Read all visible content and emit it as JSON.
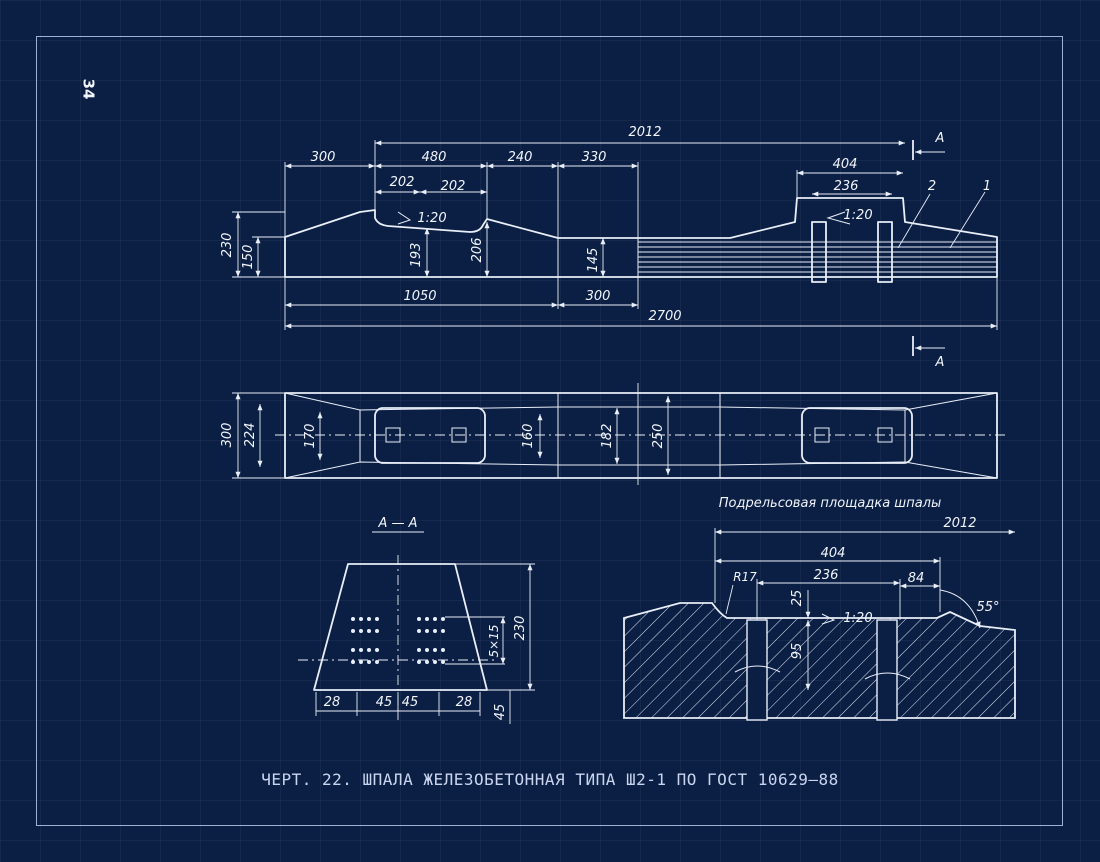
{
  "page_number": "34",
  "caption": "ЧЕРТ. 22.  ШПАЛА ЖЕЛЕЗОБЕТОННАЯ ТИПА Ш2-1 ПО ГОСТ 10629—88",
  "elevation": {
    "dims": {
      "total_length": "2700",
      "span_2012": "2012",
      "d300_left": "300",
      "d480": "480",
      "d240": "240",
      "d330": "330",
      "d202_a": "202",
      "d202_b": "202",
      "d404": "404",
      "d236": "236",
      "h230": "230",
      "h150": "150",
      "h193": "193",
      "h206": "206",
      "h145": "145",
      "d1050": "1050",
      "d300_mid": "300"
    },
    "slope_left": "1:20",
    "slope_right": "1:20",
    "section_mark_top": "A",
    "section_mark_bottom": "A",
    "callout_1": "1",
    "callout_2": "2"
  },
  "plan": {
    "dims": {
      "w300": "300",
      "w224": "224",
      "w170": "170",
      "w160": "160",
      "w182": "182",
      "w250": "250"
    }
  },
  "section": {
    "title": "А — А",
    "dims": {
      "b28_left": "28",
      "b45_left": "45",
      "b45_right": "45",
      "b28_right": "28",
      "h230": "230",
      "strands": "5×15",
      "h45": "45"
    }
  },
  "rail_seat": {
    "title": "Подрельсовая площадка шпалы",
    "dims": {
      "d2012": "2012",
      "d404": "404",
      "r17": "R17",
      "d236": "236",
      "d84": "84",
      "d25": "25",
      "d95": "95",
      "slope": "1:20",
      "angle": "55°"
    }
  }
}
